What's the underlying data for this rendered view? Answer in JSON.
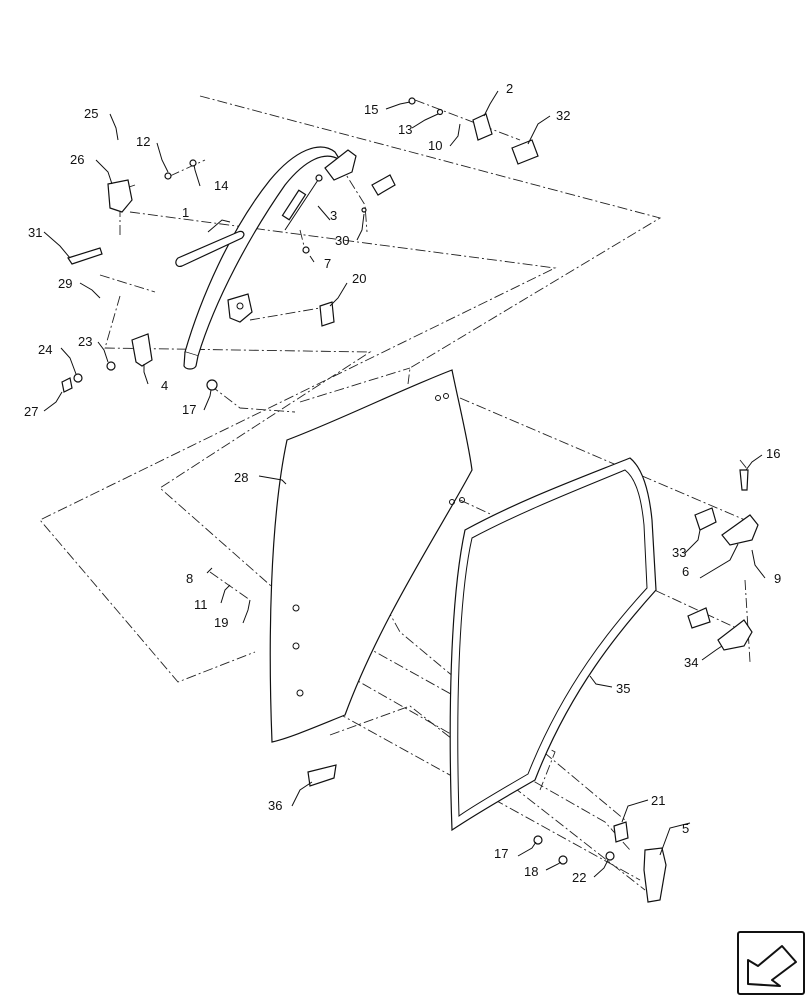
{
  "diagram": {
    "callouts": [
      {
        "id": "c1",
        "text": "1"
      },
      {
        "id": "c2",
        "text": "2"
      },
      {
        "id": "c3",
        "text": "3"
      },
      {
        "id": "c4",
        "text": "4"
      },
      {
        "id": "c5",
        "text": "5"
      },
      {
        "id": "c6",
        "text": "6"
      },
      {
        "id": "c7",
        "text": "7"
      },
      {
        "id": "c8",
        "text": "8"
      },
      {
        "id": "c9",
        "text": "9"
      },
      {
        "id": "c10",
        "text": "10"
      },
      {
        "id": "c11",
        "text": "11"
      },
      {
        "id": "c12",
        "text": "12"
      },
      {
        "id": "c13",
        "text": "13"
      },
      {
        "id": "c14",
        "text": "14"
      },
      {
        "id": "c15",
        "text": "15"
      },
      {
        "id": "c16",
        "text": "16"
      },
      {
        "id": "c17a",
        "text": "17"
      },
      {
        "id": "c17b",
        "text": "17"
      },
      {
        "id": "c18",
        "text": "18"
      },
      {
        "id": "c19",
        "text": "19"
      },
      {
        "id": "c20",
        "text": "20"
      },
      {
        "id": "c21",
        "text": "21"
      },
      {
        "id": "c22",
        "text": "22"
      },
      {
        "id": "c23",
        "text": "23"
      },
      {
        "id": "c24",
        "text": "24"
      },
      {
        "id": "c25",
        "text": "25"
      },
      {
        "id": "c26",
        "text": "26"
      },
      {
        "id": "c27",
        "text": "27"
      },
      {
        "id": "c28",
        "text": "28"
      },
      {
        "id": "c29",
        "text": "29"
      },
      {
        "id": "c30",
        "text": "30"
      },
      {
        "id": "c31",
        "text": "31"
      },
      {
        "id": "c32",
        "text": "32"
      },
      {
        "id": "c33",
        "text": "33"
      },
      {
        "id": "c34",
        "text": "34"
      },
      {
        "id": "c35",
        "text": "35"
      },
      {
        "id": "c36",
        "text": "36"
      }
    ],
    "nav_icon": "return-arrow-icon"
  }
}
